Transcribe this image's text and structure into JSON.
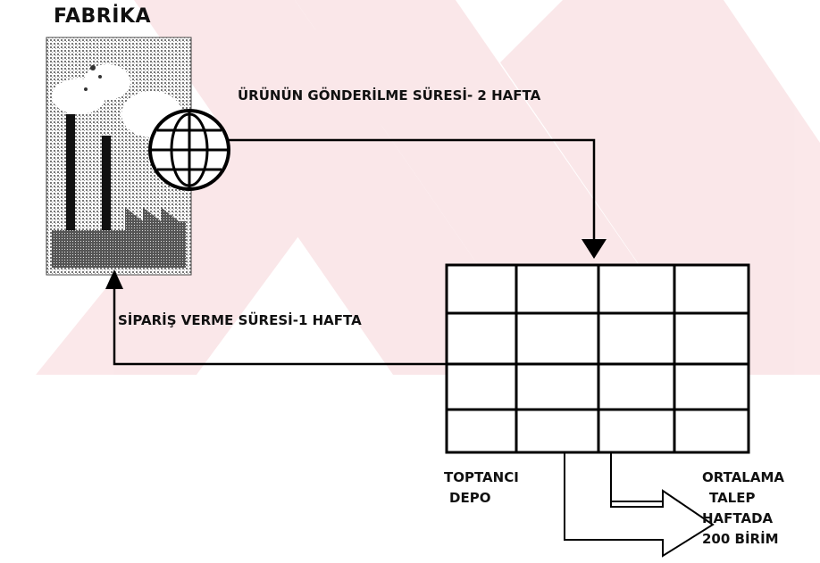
{
  "factory": {
    "title": "FABRİKA"
  },
  "shipping": {
    "label": "ÜRÜNÜN GÖNDERİLME SÜRESİ- 2 HAFTA"
  },
  "order": {
    "label": "SİPARİŞ VERME SÜRESİ-1 HAFTA"
  },
  "warehouse": {
    "line1": "TOPTANCI",
    "line2": "DEPO"
  },
  "demand": {
    "line1": "ORTALAMA",
    "line2": "TALEP",
    "line3": "HAFTADA",
    "line4": "200 BİRİM"
  }
}
